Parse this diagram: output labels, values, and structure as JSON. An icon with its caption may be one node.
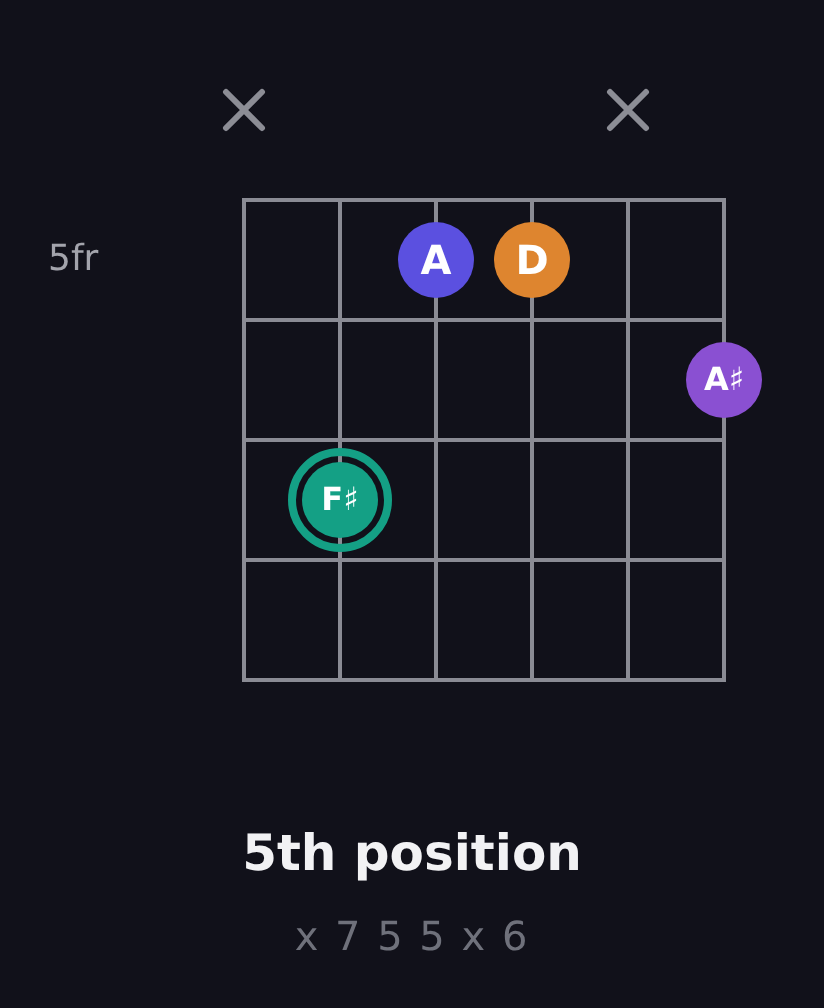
{
  "diagram": {
    "title": "5th position",
    "caption": "x 7 5 5 x 6",
    "nodes": [
      {
        "text": [
          "A"
        ]
      },
      {
        "text": [
          "D"
        ]
      },
      {
        "text": [
          "A♯"
        ]
      },
      {
        "text": [
          "F♯"
        ]
      }
    ],
    "labels": [
      "5fr"
    ]
  }
}
